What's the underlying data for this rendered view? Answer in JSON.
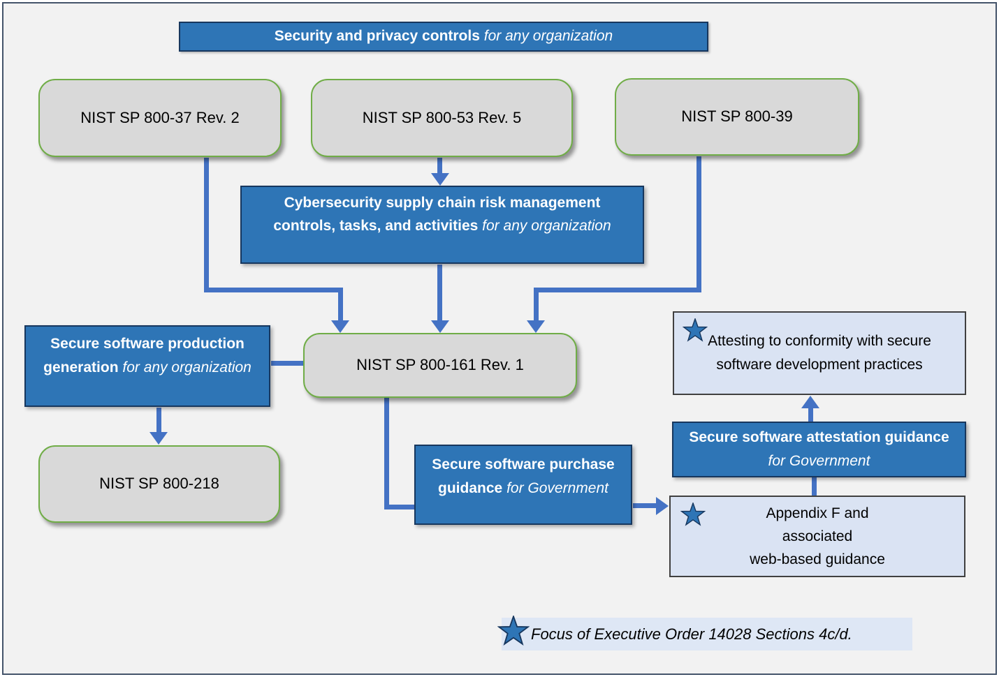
{
  "diagram": {
    "title": {
      "bold": "Security and privacy controls",
      "italic": "for any organization"
    },
    "nodes": {
      "sp80037": {
        "label": "NIST SP 800-37 Rev. 2"
      },
      "sp80053": {
        "label": "NIST SP 800-53 Rev. 5"
      },
      "sp80039": {
        "label": "NIST SP 800-39"
      },
      "cscrm": {
        "bold": "Cybersecurity supply chain risk management controls, tasks, and activities",
        "italic": "for any organization"
      },
      "production": {
        "bold": "Secure software production generation",
        "italic": "for any organization"
      },
      "sp800161": {
        "label": "NIST SP 800-161 Rev. 1"
      },
      "sp800218": {
        "label": "NIST SP 800-218"
      },
      "purchase": {
        "bold": "Secure software purchase guidance",
        "italic": "for Government"
      },
      "attesting": {
        "label": "Attesting to conformity with secure software development practices"
      },
      "attestation": {
        "bold": "Secure software attestation guidance",
        "italic": "for Government"
      },
      "appendix": {
        "line1": "Appendix F and",
        "line2": "associated",
        "line3": "web-based guidance"
      }
    },
    "legend": {
      "text": "Focus of Executive Order 14028 Sections 4c/d."
    },
    "icons": {
      "star": "star-icon"
    },
    "colors": {
      "blue_fill": "#2E75B6",
      "blue_border": "#17375E",
      "gray_fill": "#D9D9D9",
      "green_border": "#70AD47",
      "light_fill": "#DAE3F3",
      "dark_border": "#404040",
      "arrow": "#4472C4",
      "background": "#F2F2F2",
      "frame_border": "#44546A"
    }
  }
}
